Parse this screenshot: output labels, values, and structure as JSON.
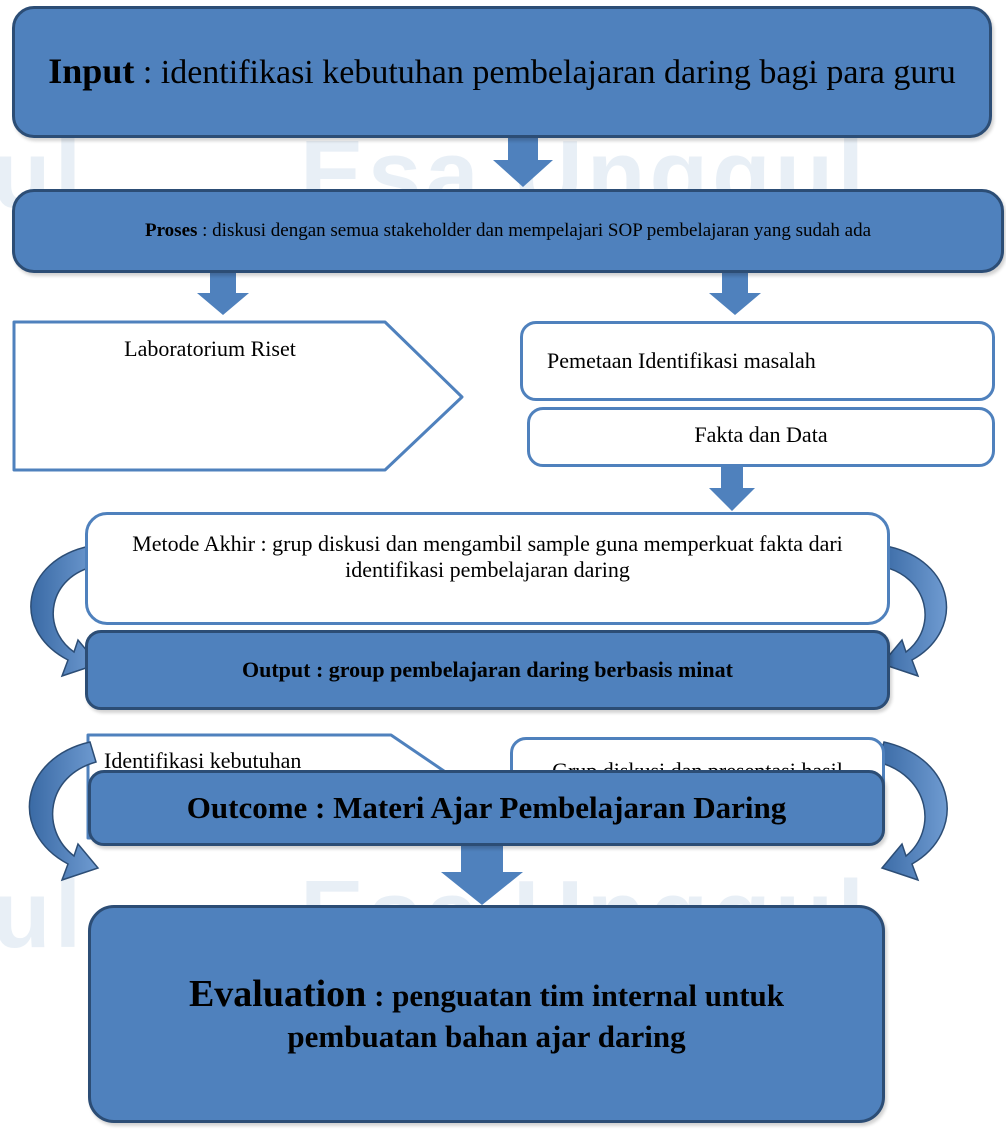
{
  "watermark": {
    "text_top": "Esa Unggul",
    "text_bottom": "Esa Unggul",
    "text_left_top": "ul",
    "text_left_bottom": "ul"
  },
  "input": {
    "label": "Input",
    "text": " : identifikasi kebutuhan pembelajaran daring bagi para guru"
  },
  "proses": {
    "label": "Proses",
    "text": " : diskusi dengan semua stakeholder dan mempelajari SOP pembelajaran yang sudah ada"
  },
  "laboratorium": {
    "text": "Laboratorium Riset"
  },
  "pemetaan": {
    "text": "Pemetaan Identifikasi masalah"
  },
  "fakta": {
    "text": "Fakta dan Data"
  },
  "metode": {
    "text": "Metode Akhir : grup diskusi dan mengambil sample guna memperkuat fakta dari identifikasi pembelajaran daring"
  },
  "output": {
    "text": "Output : group pembelajaran daring berbasis minat"
  },
  "identifikasi": {
    "text": "Identifikasi kebutuhan pembelajaran daring"
  },
  "grup": {
    "text": "Grup diskusi dan presentasi hasil"
  },
  "outcome": {
    "text": "Outcome : Materi Ajar Pembelajaran Daring"
  },
  "evaluation": {
    "label": "Evaluation",
    "text": " : penguatan tim internal untuk pembuatan bahan ajar daring"
  },
  "colors": {
    "box_fill": "#4f81bd",
    "box_border": "#2c4d75",
    "outline": "#4f81bd"
  }
}
